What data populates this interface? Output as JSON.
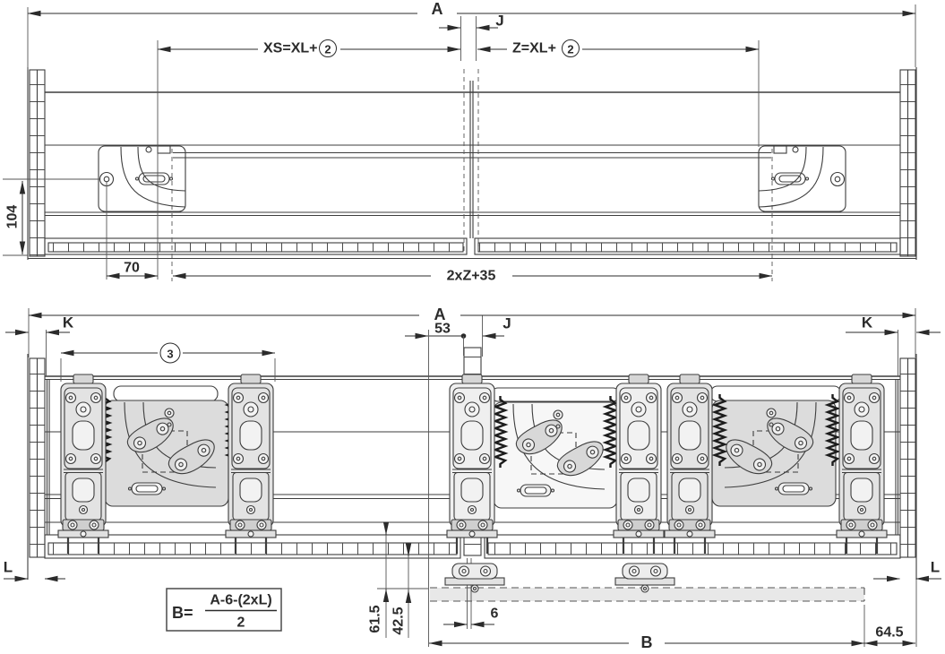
{
  "plan": {
    "a": "A",
    "j": "J",
    "xs_prefix": "XS=XL+",
    "xs_circled": "2",
    "z_prefix": "Z=XL+",
    "z_circled": "2",
    "height_104": "104",
    "offset_70": "70",
    "span_2xz35": "2xZ+35"
  },
  "elevation": {
    "a": "A",
    "j": "J",
    "k_left": "K",
    "k_right": "K",
    "item_circled": "3",
    "offset_53": "53",
    "l_left": "L",
    "l_right": "L",
    "h_61_5": "61.5",
    "h_42_5": "42.5",
    "gap_6": "6",
    "b": "B",
    "offset_64_5": "64.5",
    "formula": {
      "lhs": "B=",
      "numerator": "A-6-(2xL)",
      "denominator": "2"
    }
  },
  "colors": {
    "line": "#3d3d3d",
    "dimension_text": "#2b2b2b",
    "bracket_fill": "#dcdcdc",
    "wall_fill": "#e7e7e7",
    "floor_rail_fill": "#e8e8e8"
  }
}
